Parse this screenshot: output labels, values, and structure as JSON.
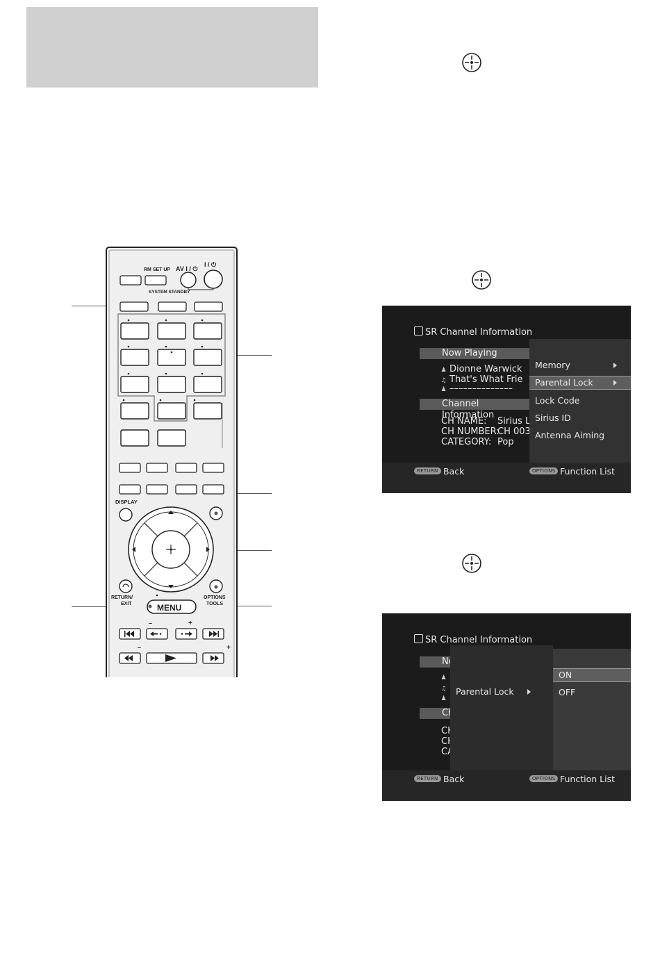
{
  "remote": {
    "rm_set_up": "RM SET UP",
    "av_power": "AV I / ⏻",
    "power": "I / ⏻",
    "system_standby": "SYSTEM STANDBY",
    "display": "DISPLAY",
    "return_exit_1": "RETURN/",
    "return_exit_2": "EXIT",
    "options_tools_1": "OPTIONS",
    "options_tools_2": "TOOLS",
    "menu": "MENU",
    "minus": "–",
    "plus": "+"
  },
  "screen1": {
    "title": "SR Channel Information",
    "now_playing": "Now Playing",
    "artist": "Dionne Warwick",
    "song": "That's What Frie",
    "dashes": "––––––––––––––",
    "channel_info": "Channel Information",
    "ch_name_label": "CH NAME:",
    "ch_name_value": "Sirius Lo",
    "ch_number_label": "CH NUMBER:",
    "ch_number_value": "CH 003",
    "category_label": "CATEGORY:",
    "category_value": "Pop",
    "menu_items": [
      "Memory",
      "Parental Lock",
      "Lock Code",
      "Sirius ID",
      "Antenna Aiming"
    ],
    "return_pill": "RETURN",
    "back": "Back",
    "options_pill": "OPTIONS",
    "function_list": "Function List"
  },
  "screen2": {
    "title": "SR Channel Information",
    "bar1": "No",
    "bar2": "Ch",
    "c1": "CH",
    "c2": "CH",
    "c3": "CA",
    "parental_lock": "Parental Lock",
    "on": "ON",
    "off": "OFF",
    "return_pill": "RETURN",
    "back": "Back",
    "options_pill": "OPTIONS",
    "function_list": "Function List"
  }
}
